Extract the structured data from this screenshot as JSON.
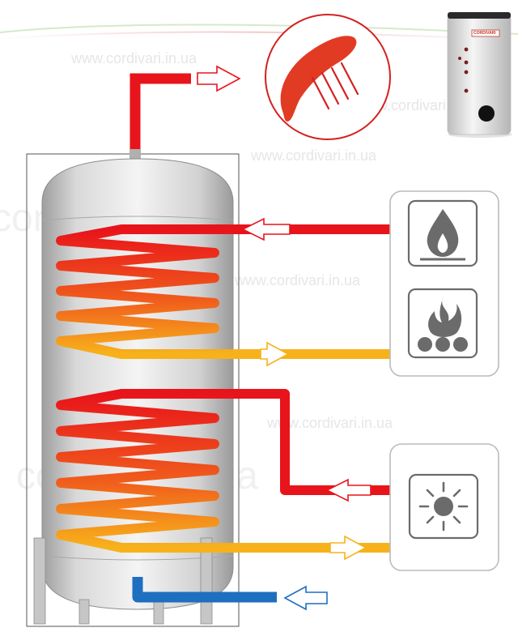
{
  "watermark": {
    "text": "www.cordivari.in.ua",
    "big_text": "cordivari.in.ua"
  },
  "product_thumbnail": {
    "brand_label": "CORDIVARI",
    "icon": "storage-tank-thumbnail"
  },
  "outlet_icon": "shower-head-icon",
  "heat_sources": [
    {
      "icon": "gas-flame-icon"
    },
    {
      "icon": "solid-fuel-fire-icon"
    },
    {
      "icon": "sun-icon"
    }
  ],
  "colors": {
    "hot": "#e8141b",
    "warm": "#f7a21b",
    "cold": "#1e6fc0",
    "tank": "#cfcfcf",
    "panel_border": "#bbbbbb",
    "icon_gray": "#6b6b6b"
  }
}
